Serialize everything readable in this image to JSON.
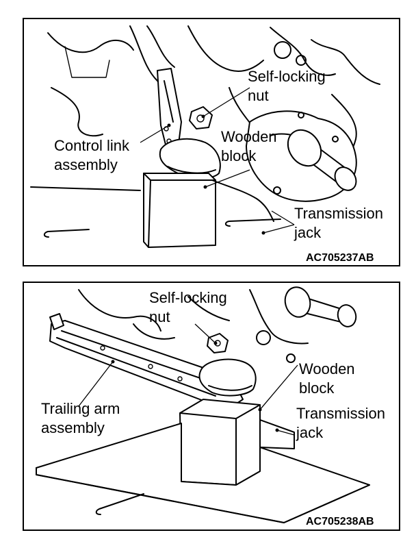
{
  "figures": [
    {
      "id_code": "AC705237AB",
      "labels": {
        "self_locking_nut_1": "Self-locking",
        "self_locking_nut_2": "nut",
        "control_link_1": "Control link",
        "control_link_2": "assembly",
        "wooden_block_1": "Wooden",
        "wooden_block_2": "block",
        "transmission_jack_1": "Transmission",
        "transmission_jack_2": "jack"
      }
    },
    {
      "id_code": "AC705238AB",
      "labels": {
        "self_locking_nut_1": "Self-locking",
        "self_locking_nut_2": "nut",
        "wooden_block_1": "Wooden",
        "wooden_block_2": "block",
        "trailing_arm_1": "Trailing arm",
        "trailing_arm_2": "assembly",
        "transmission_jack_1": "Transmission",
        "transmission_jack_2": "jack"
      }
    }
  ]
}
